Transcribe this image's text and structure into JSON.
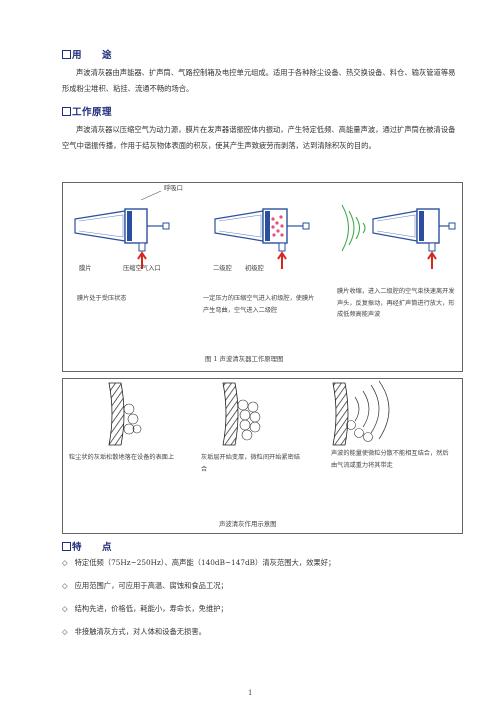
{
  "section_use": {
    "title": "用　　途"
  },
  "use_text": "声波清灰器由声能器、扩声筒、气路控制箱及电控单元组成。适用于各种除尘设备、热交换设备、料仓、输灰管道等易形成粉尘堆积、粘挂、流通不畅的场合。",
  "section_principle": {
    "title": "工作原理"
  },
  "principle_text": "声波清灰器以压缩空气为动力源，膜片在发声器谐振腔体内振动，产生特定低频、高能量声波，通过扩声筒在被清设备空气中谐振传播，作用于结灰物体表面的积灰，使其产生声致疲劳而剥落，达到清除积灰的目的。",
  "figure1": {
    "caption": "图 1  声波清灰器工作原理图",
    "labels": {
      "air_outlet": "呼吸口",
      "diaphragm": "膜片",
      "air_inlet": "压缩空气入口",
      "second_chamber": "二级腔",
      "first_chamber": "初级腔"
    },
    "desc1": "膜片处于受压状态",
    "desc2": "一定压力的压缩空气进入初级腔，使膜片产生弯曲，空气进入二级腔",
    "desc3": "膜片收缩，进入二级腔的空气束快速离开发声头，反复振动，再经扩声筒进行放大，形成低频高能声波"
  },
  "figure2": {
    "caption": "声波清灰作用示意图",
    "desc1": "粒尘状的灰垢松散地落在设备的表面上",
    "desc2": "灰垢层开始变厚，微粒间开始紧密结合",
    "desc3": "声波的能量使微粒分散不能相互结合，然后由气流或重力将其带走"
  },
  "section_features": {
    "title": "特　　点"
  },
  "features": [
    "特定低频（75Hz~250Hz）、高声能（140dB~147dB）清灰范围大，效果好；",
    "应用范围广，可应用于高温、腐蚀和食品工况；",
    "结构先进，价格低，耗能小，寿命长，免维护；",
    "非接触清灰方式，对人体和设备无损害。"
  ],
  "page_number": "1",
  "colors": {
    "heading": "#1f2f7a",
    "arrow": "#d8261f",
    "wave": "#2fa63c",
    "particles": "#e0507a"
  }
}
